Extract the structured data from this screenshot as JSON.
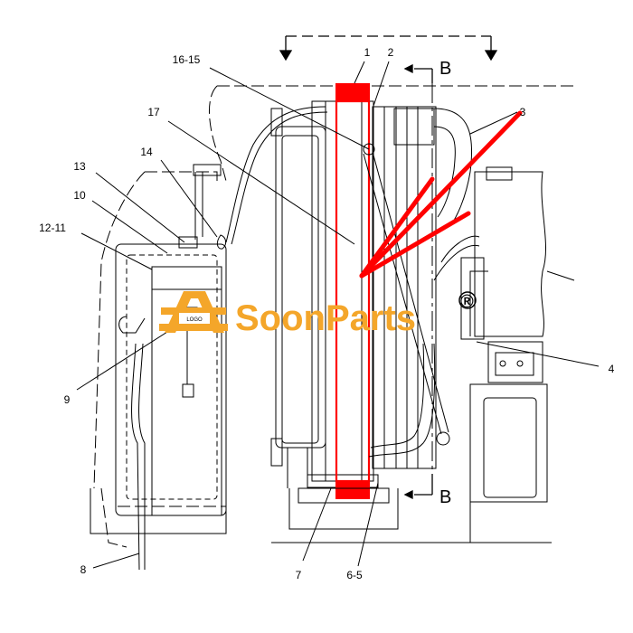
{
  "diagram": {
    "callouts": {
      "c1": "1",
      "c2": "2",
      "c3": "3",
      "c4": "4",
      "c6_5": "6-5",
      "c7": "7",
      "c8": "8",
      "c9": "9",
      "c10": "10",
      "c12_11": "12-11",
      "c13": "13",
      "c14": "14",
      "c16_15": "16-15",
      "c17": "17"
    },
    "section_top": "B",
    "section_bottom": "B"
  },
  "watermark": {
    "brand": "SoonParts",
    "registered": "®",
    "logo_text": "LOGO"
  },
  "colors": {
    "highlight": "#ff0000",
    "brand": "#f4a62a",
    "line": "#000000"
  }
}
